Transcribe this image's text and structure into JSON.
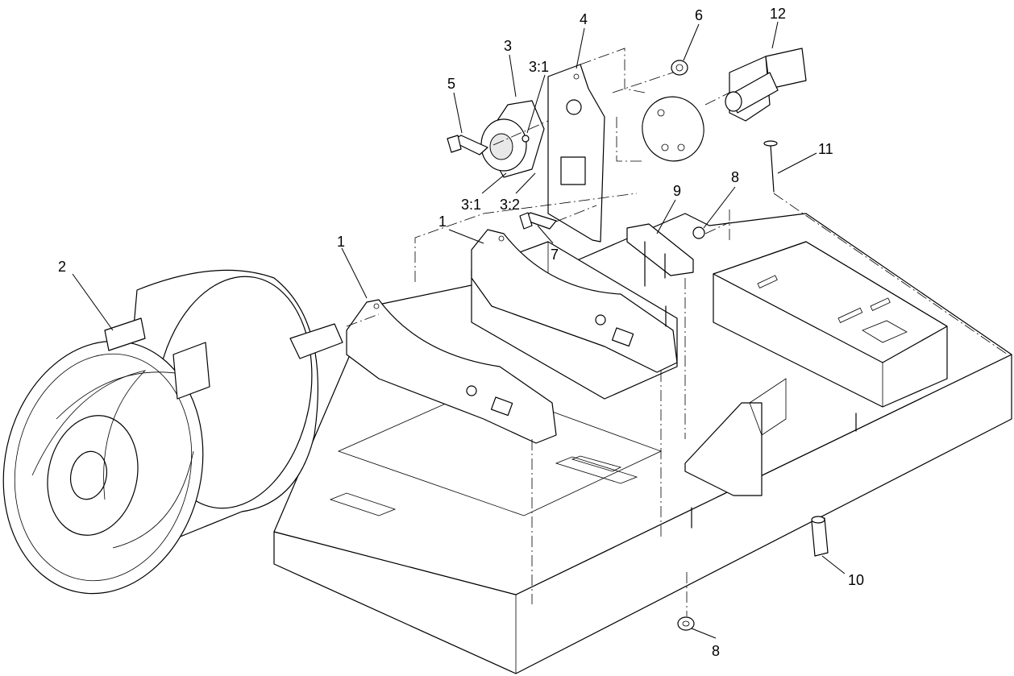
{
  "callouts": {
    "c1a": "1",
    "c1b": "1",
    "c2": "2",
    "c3": "3",
    "c3_1a": "3:1",
    "c3_1b": "3:1",
    "c3_2": "3:2",
    "c4": "4",
    "c5": "5",
    "c6": "6",
    "c7": "7",
    "c8a": "8",
    "c8b": "8",
    "c9": "9",
    "c10": "10",
    "c11": "11",
    "c12": "12"
  }
}
